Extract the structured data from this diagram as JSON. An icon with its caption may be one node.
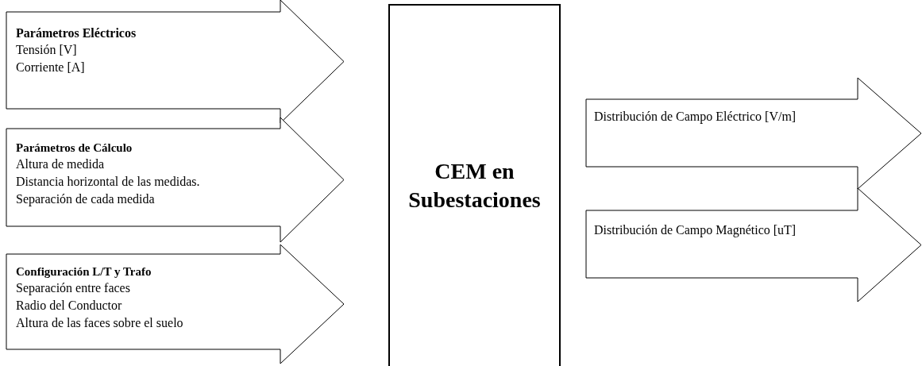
{
  "diagram": {
    "nodes": [
      {
        "text": [
          "Parámetros Eléctricos",
          "Tensión [V]",
          "Corriente [A]"
        ]
      },
      {
        "text": [
          "Parámetros de Cálculo",
          "Altura de medida",
          "Distancia horizontal de las medidas.",
          "Separación de cada medida"
        ]
      },
      {
        "text": [
          "Configuración L/T y Trafo",
          "Separación entre faces",
          "Radio del Conductor",
          "Altura de las faces sobre el suelo"
        ]
      },
      {
        "text": [
          "CEM en Subestaciones"
        ]
      },
      {
        "text": [
          "Distribución de Campo Eléctrico [V/m]"
        ]
      },
      {
        "text": [
          "Distribución de Campo Magnético [uT]"
        ]
      }
    ]
  }
}
